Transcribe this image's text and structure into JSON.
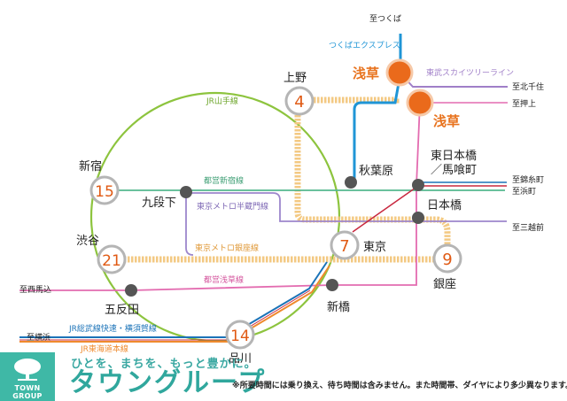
{
  "map": {
    "line_labels": {
      "tsukuba_express": "つくばエクスプレス",
      "tobu_skytree": "東武スカイツリーライン",
      "yamanote": "JR山手線",
      "shinjuku_line": "都営新宿線",
      "hanzomon": "東京メトロ半蔵門線",
      "ginza_line": "東京メトロ銀座線",
      "asakusa_line": "都営浅草線",
      "sobu_yokosuka": "JR総武線快速・横須賀線",
      "tokaido": "JR東海道本線"
    },
    "destinations": {
      "tsukuba": "至つくば",
      "kitasenju": "至北千住",
      "oshiage": "至押上",
      "kinshicho": "至錦糸町",
      "hamacho": "至浜町",
      "mitsukoshimae": "至三越前",
      "nishimagome": "至西馬込",
      "yokohama": "至横浜"
    },
    "stations": {
      "asakusa_tx": "浅草",
      "asakusa_tobu": "浅草",
      "ueno": "上野",
      "akihabara": "秋葉原",
      "higashinihombashi": "東日本橋",
      "bakurocho": "／馬喰町",
      "shinjuku": "新宿",
      "kudanshita": "九段下",
      "nihombashi": "日本橋",
      "shibuya": "渋谷",
      "tokyo": "東京",
      "ginza": "銀座",
      "gotanda": "五反田",
      "shimbashi": "新橋",
      "shinagawa": "品川"
    },
    "minutes": {
      "ueno": "4",
      "shinjuku": "15",
      "shibuya": "21",
      "tokyo": "7",
      "ginza": "9",
      "shinagawa": "14"
    }
  },
  "colors": {
    "tx_blue": "#1f95d6",
    "tobu_purple": "#a07fc8",
    "yamanote_green": "#8dc43e",
    "shinjuku_green": "#55b88f",
    "hanzomon_purple": "#9d86cc",
    "ginza_orange": "#f3c983",
    "asakusa_pink": "#e36cb0",
    "sobu_blue": "#1b73b8",
    "tokaido_orange": "#ef8a2d",
    "keiyo_red": "#c8283f",
    "hub_orange": "#ea6a1b",
    "brand_teal": "#30a79d"
  },
  "footer": {
    "logo_text": "TOWN GROUP",
    "slogan": "ひとを、まちを、もっと豊かに。",
    "brand_name": "タウングループ",
    "note": "※所要時間には乗り換え、待ち時間は含みません。また時間帯、ダイヤにより多少異なります。"
  }
}
